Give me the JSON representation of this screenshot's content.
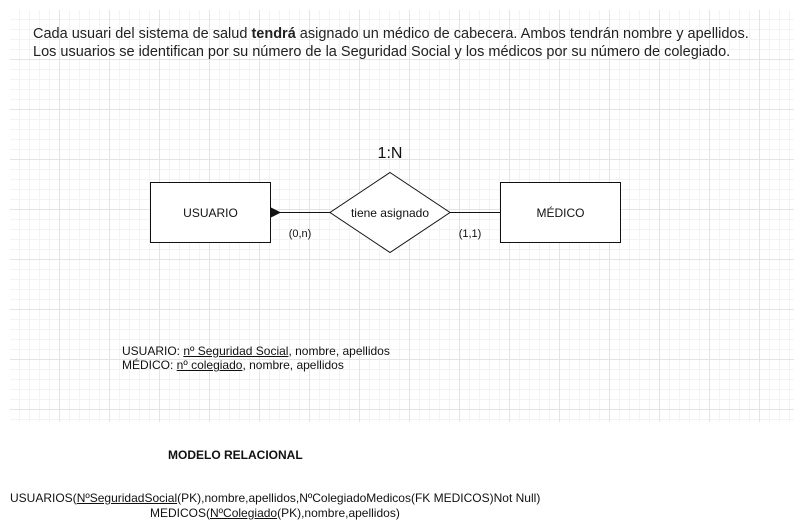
{
  "statement": {
    "line1_pre": "Cada usuari del sistema de salud ",
    "line1_bold": "tendrá",
    "line1_post": " asignado un médico de cabecera. Ambos tendrán nombre y apellidos.",
    "line2": "Los usuarios se identifican por su número de la Seguridad Social y los médicos por su número de colegiado."
  },
  "er": {
    "cardinality": "1:N",
    "entity_left": "USUARIO",
    "relationship": "tiene asignado",
    "entity_right": "MÉDICO",
    "participation_left": "(0,n)",
    "participation_right": "(1,1)"
  },
  "schema": {
    "usuario_prefix": "USUARIO: ",
    "usuario_key": "nº Seguridad Social",
    "usuario_rest": ", nombre, apellidos",
    "medico_prefix": "MÉDICO: ",
    "medico_key": "nº colegiado",
    "medico_rest": ", nombre, apellidos"
  },
  "relational": {
    "title": "MODELO RELACIONAL",
    "usuarios_prefix": "USUARIOS(",
    "usuarios_key": "NºSeguridadSocial",
    "usuarios_rest": "(PK),nombre,apellidos,NºColegiadoMedicos(FK MEDICOS)Not Null)",
    "medicos_prefix": "MEDICOS(",
    "medicos_key": "NºColegiado",
    "medicos_rest": "(PK),nombre,apellidos)"
  }
}
